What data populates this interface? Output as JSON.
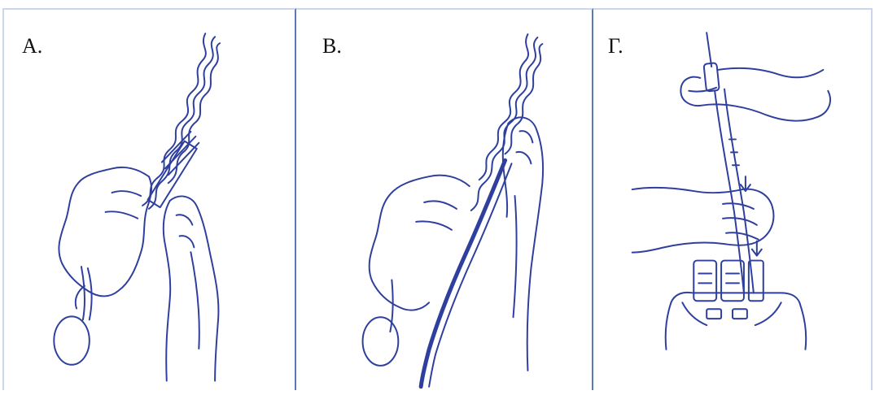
{
  "panels": [
    {
      "label": "А."
    },
    {
      "label": "В."
    },
    {
      "label": "Г."
    }
  ]
}
